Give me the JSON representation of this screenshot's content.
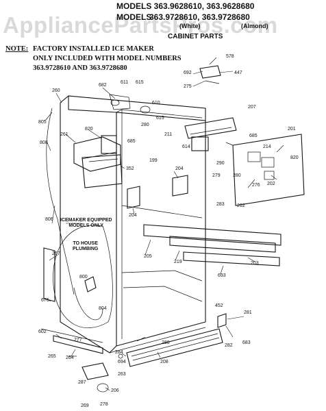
{
  "header": {
    "models_line1": "MODELS 363.9628610, 363.9628680",
    "models_line2_left": "MODELS",
    "models_line2_nums": "363.9728610, 363.9728680",
    "variant_left": "(White)",
    "variant_right": "(Almond)",
    "subtitle": "CABINET PARTS"
  },
  "watermark": "AppliancePartsPros.com",
  "note": {
    "label": "NOTE:",
    "line1": "FACTORY INSTALLED ICE MAKER",
    "line2": "ONLY INCLUDED WITH MODEL NUMBERS",
    "line3": "363.9728610 AND 363.9728680"
  },
  "callouts": {
    "icemaker_equipped": [
      "ICEMAKER EQUIPPED",
      "MODELS ONLY"
    ],
    "to_house_plumbing": [
      "TO HOUSE",
      "PLUMBING"
    ]
  },
  "parts": [
    {
      "id": "p578",
      "label": "578"
    },
    {
      "id": "p692",
      "label": "692"
    },
    {
      "id": "p447",
      "label": "447"
    },
    {
      "id": "p275",
      "label": "275"
    },
    {
      "id": "p682",
      "label": "682"
    },
    {
      "id": "p611",
      "label": "611"
    },
    {
      "id": "p615",
      "label": "615"
    },
    {
      "id": "p610",
      "label": "610"
    },
    {
      "id": "p260",
      "label": "260"
    },
    {
      "id": "p207",
      "label": "207"
    },
    {
      "id": "p805",
      "label": "805"
    },
    {
      "id": "p261",
      "label": "261"
    },
    {
      "id": "p820",
      "label": "820"
    },
    {
      "id": "p280",
      "label": "280"
    },
    {
      "id": "p615b",
      "label": "615"
    },
    {
      "id": "p685",
      "label": "685"
    },
    {
      "id": "p201",
      "label": "201"
    },
    {
      "id": "p808",
      "label": "808"
    },
    {
      "id": "p685b",
      "label": "685"
    },
    {
      "id": "p211",
      "label": "211"
    },
    {
      "id": "p199",
      "label": "199"
    },
    {
      "id": "p614",
      "label": "614"
    },
    {
      "id": "p214",
      "label": "214"
    },
    {
      "id": "p820b",
      "label": "820"
    },
    {
      "id": "p352",
      "label": "352"
    },
    {
      "id": "p204",
      "label": "204"
    },
    {
      "id": "p290",
      "label": "290"
    },
    {
      "id": "p276",
      "label": "276"
    },
    {
      "id": "p202",
      "label": "202"
    },
    {
      "id": "p279",
      "label": "279"
    },
    {
      "id": "p280b",
      "label": "280"
    },
    {
      "id": "p283",
      "label": "283"
    },
    {
      "id": "p262",
      "label": "262"
    },
    {
      "id": "p806",
      "label": "806"
    },
    {
      "id": "p204b",
      "label": "204"
    },
    {
      "id": "p205",
      "label": "205"
    },
    {
      "id": "p219",
      "label": "219"
    },
    {
      "id": "p203",
      "label": "203"
    },
    {
      "id": "p267",
      "label": "267"
    },
    {
      "id": "p693",
      "label": "693"
    },
    {
      "id": "p800",
      "label": "800"
    },
    {
      "id": "p804",
      "label": "804"
    },
    {
      "id": "p676",
      "label": "676"
    },
    {
      "id": "p452",
      "label": "452"
    },
    {
      "id": "p281",
      "label": "281"
    },
    {
      "id": "p602",
      "label": "602"
    },
    {
      "id": "p282",
      "label": "282"
    },
    {
      "id": "p683",
      "label": "683"
    },
    {
      "id": "p277",
      "label": "277"
    },
    {
      "id": "p288",
      "label": "288"
    },
    {
      "id": "p265",
      "label": "265"
    },
    {
      "id": "p264",
      "label": "264"
    },
    {
      "id": "p284",
      "label": "284"
    },
    {
      "id": "p694",
      "label": "694"
    },
    {
      "id": "p208",
      "label": "208"
    },
    {
      "id": "p263",
      "label": "263"
    },
    {
      "id": "p287",
      "label": "287"
    },
    {
      "id": "p206",
      "label": "206"
    },
    {
      "id": "p269",
      "label": "269"
    },
    {
      "id": "p278",
      "label": "278"
    }
  ]
}
